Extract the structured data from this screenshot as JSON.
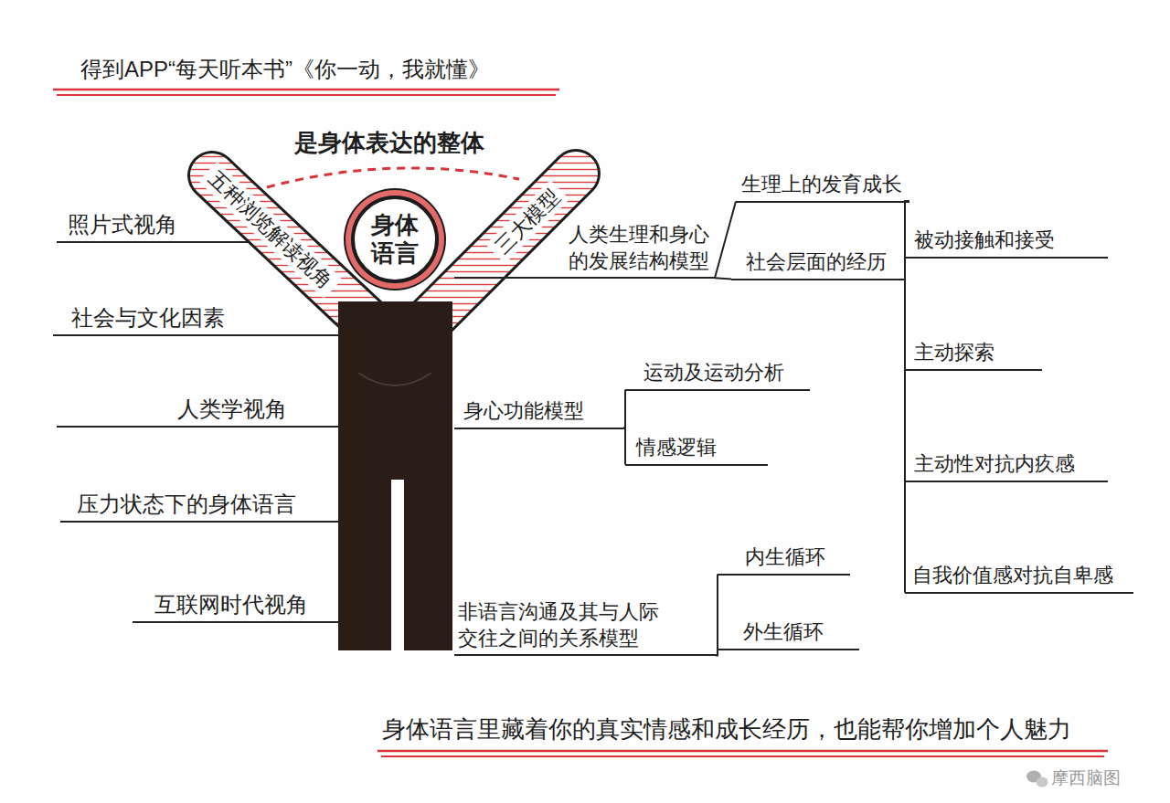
{
  "diagram": {
    "title": "得到APP“每天听本书”《你一动，我就懂》",
    "caption": "身体语言里藏着你的真实情感和成长经历，也能帮你增加个人魅力",
    "nodes": [
      {
        "text": [
          "身体语言"
        ]
      },
      {
        "text": [
          "五种浏览解读视角"
        ]
      },
      {
        "text": [
          "三大模型"
        ]
      },
      {
        "text": [
          "照片式视角"
        ]
      },
      {
        "text": [
          "社会与文化因素"
        ]
      },
      {
        "text": [
          "人类学视角"
        ]
      },
      {
        "text": [
          "压力状态下的身体语言"
        ]
      },
      {
        "text": [
          "互联网时代视角"
        ]
      },
      {
        "text": [
          "人类生理和身心的发展结构模型"
        ]
      },
      {
        "text": [
          "生理上的发育成长"
        ]
      },
      {
        "text": [
          "社会层面的经历"
        ]
      },
      {
        "text": [
          "被动接触和接受"
        ]
      },
      {
        "text": [
          "主动探索"
        ]
      },
      {
        "text": [
          "主动性对抗内疚感"
        ]
      },
      {
        "text": [
          "自我价值感对抗自卑感"
        ]
      },
      {
        "text": [
          "身心功能模型"
        ]
      },
      {
        "text": [
          "运动及运动分析"
        ]
      },
      {
        "text": [
          "情感逻辑"
        ]
      },
      {
        "text": [
          "非语言沟通及其与人际交往之间的关系模型"
        ]
      },
      {
        "text": [
          "内生循环"
        ]
      },
      {
        "text": [
          "外生循环"
        ]
      }
    ],
    "edges": [
      {
        "from": 8,
        "to": 9,
        "arrow": "none"
      },
      {
        "from": 8,
        "to": 10,
        "arrow": "none"
      },
      {
        "from": 9,
        "to": 11,
        "arrow": "none"
      },
      {
        "from": 9,
        "to": 12,
        "arrow": "none"
      },
      {
        "from": 9,
        "to": 13,
        "arrow": "none"
      },
      {
        "from": 9,
        "to": 14,
        "arrow": "none"
      },
      {
        "from": 10,
        "to": 11,
        "arrow": "none"
      },
      {
        "from": 10,
        "to": 12,
        "arrow": "none"
      },
      {
        "from": 10,
        "to": 13,
        "arrow": "none"
      },
      {
        "from": 10,
        "to": 14,
        "arrow": "none"
      },
      {
        "from": 15,
        "to": 16,
        "arrow": "none"
      },
      {
        "from": 15,
        "to": 17,
        "arrow": "none"
      },
      {
        "from": 18,
        "to": 19,
        "arrow": "none"
      },
      {
        "from": 18,
        "to": 20,
        "arrow": "none"
      }
    ],
    "labels": [
      "是身体表达的整体",
      "摩西脑图"
    ]
  }
}
